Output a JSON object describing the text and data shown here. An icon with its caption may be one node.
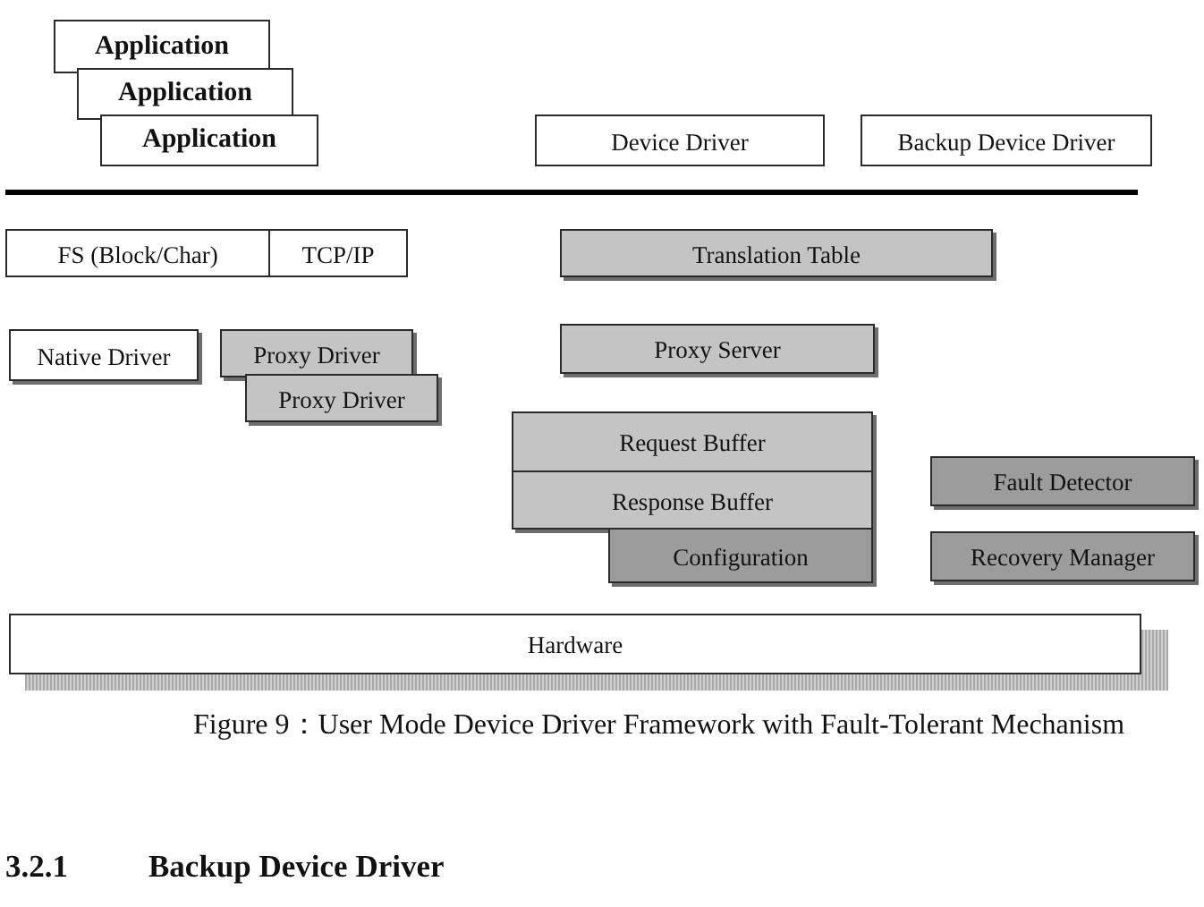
{
  "diagram": {
    "caption": "Figure 9：User Mode Device Driver Framework with Fault-Tolerant Mechanism",
    "nodes": [
      {
        "text": [
          "Application"
        ]
      },
      {
        "text": [
          "Application"
        ]
      },
      {
        "text": [
          "Application"
        ]
      },
      {
        "text": [
          "Device Driver"
        ]
      },
      {
        "text": [
          "Backup Device Driver"
        ]
      },
      {
        "text": [
          "FS (Block/Char)"
        ]
      },
      {
        "text": [
          "TCP/IP"
        ]
      },
      {
        "text": [
          "Translation Table"
        ]
      },
      {
        "text": [
          "Native Driver"
        ]
      },
      {
        "text": [
          "Proxy Driver"
        ]
      },
      {
        "text": [
          "Proxy Driver"
        ]
      },
      {
        "text": [
          "Proxy Server"
        ]
      },
      {
        "text": [
          "Request Buffer"
        ]
      },
      {
        "text": [
          "Response Buffer"
        ]
      },
      {
        "text": [
          "Configuration"
        ]
      },
      {
        "text": [
          "Fault Detector"
        ]
      },
      {
        "text": [
          "Recovery Manager"
        ]
      },
      {
        "text": [
          "Hardware"
        ]
      }
    ],
    "labels": [
      "3.2.1",
      "Backup Device Driver"
    ]
  }
}
